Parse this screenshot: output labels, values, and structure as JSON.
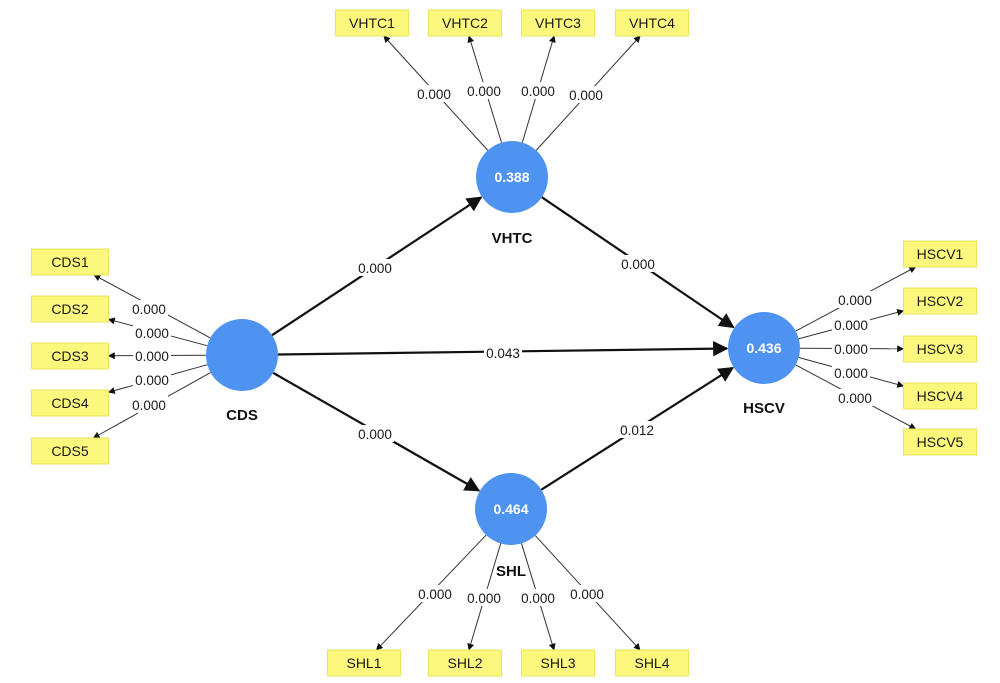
{
  "constructs": [
    {
      "id": "CDS",
      "name": "CDS",
      "value": ""
    },
    {
      "id": "VHTC",
      "name": "VHTC",
      "value": "0.388"
    },
    {
      "id": "SHL",
      "name": "SHL",
      "value": "0.464"
    },
    {
      "id": "HSCV",
      "name": "HSCV",
      "value": "0.436"
    }
  ],
  "indicators": {
    "CDS": [
      "CDS1",
      "CDS2",
      "CDS3",
      "CDS4",
      "CDS5"
    ],
    "VHTC": [
      "VHTC1",
      "VHTC2",
      "VHTC3",
      "VHTC4"
    ],
    "SHL": [
      "SHL1",
      "SHL2",
      "SHL3",
      "SHL4"
    ],
    "HSCV": [
      "HSCV1",
      "HSCV2",
      "HSCV3",
      "HSCV4",
      "HSCV5"
    ]
  },
  "loadings": {
    "CDS": [
      "0.000",
      "0.000",
      "0.000",
      "0.000",
      "0.000"
    ],
    "VHTC": [
      "0.000",
      "0.000",
      "0.000",
      "0.000"
    ],
    "SHL": [
      "0.000",
      "0.000",
      "0.000",
      "0.000"
    ],
    "HSCV": [
      "0.000",
      "0.000",
      "0.000",
      "0.000",
      "0.000"
    ]
  },
  "paths": [
    {
      "from": "CDS",
      "to": "VHTC",
      "value": "0.000"
    },
    {
      "from": "CDS",
      "to": "HSCV",
      "value": "0.043"
    },
    {
      "from": "CDS",
      "to": "SHL",
      "value": "0.000"
    },
    {
      "from": "VHTC",
      "to": "HSCV",
      "value": "0.000"
    },
    {
      "from": "SHL",
      "to": "HSCV",
      "value": "0.012"
    }
  ],
  "colors": {
    "construct_fill": "#4f93f0",
    "indicator_fill": "#fbf87d",
    "line": "#111111"
  }
}
